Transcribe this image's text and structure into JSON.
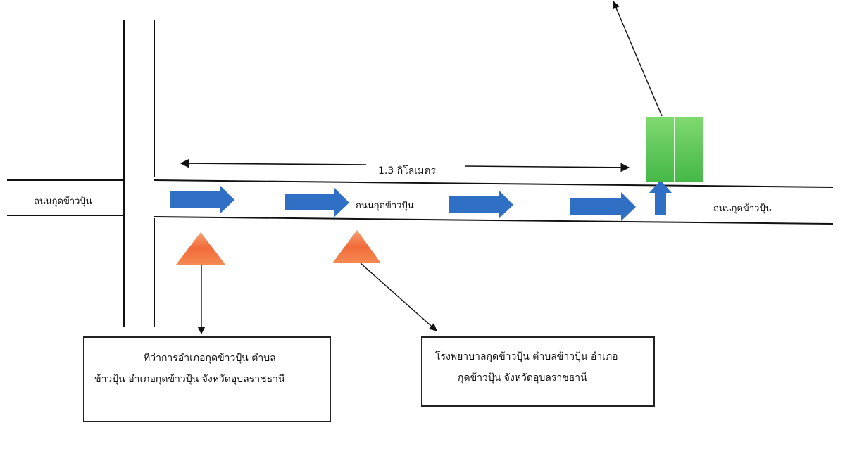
{
  "roads": {
    "left_label": "ถนนกุดข้าวปุ้น",
    "middle_label": "ถนนกุดข้าวปุ้น",
    "right_label": "ถนนกุดข้าวปุ้น"
  },
  "distance": {
    "label": "1.3 กิโลเมตร"
  },
  "landmarks": {
    "district_office": {
      "line1": "ที่ว่าการอำเภอกุดข้าวปุ้น ตำบล",
      "line2": "ข้าวปุ้น อำเภอกุดข้าวปุ้น จังหวัดอุบลราชธานี"
    },
    "hospital": {
      "line1": "โรงพยาบาลกุดข้าวปุ้น ตำบลข้าวปุ้น อำเภอ",
      "line2": "กุดข้าวปุ้น จังหวัดอุบลราชธานี"
    }
  },
  "colors": {
    "road_line": "#111111",
    "direction_arrow": "#2f6fc4",
    "landmark_triangle": "#f26a3a",
    "destination_building": "#5cc85a"
  }
}
